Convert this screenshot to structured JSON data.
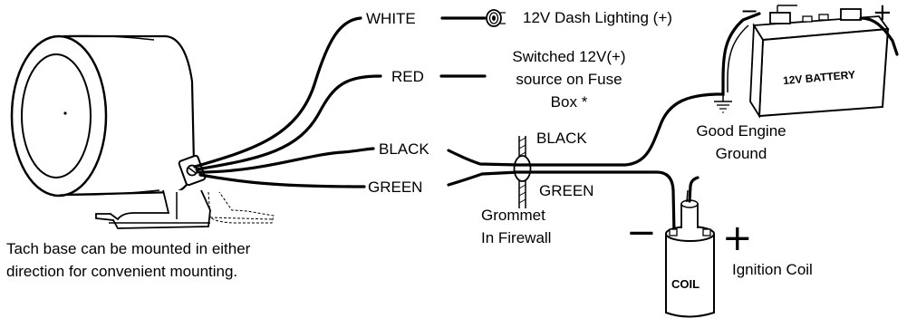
{
  "wires": {
    "white": "WHITE",
    "red": "RED",
    "black": "BLACK",
    "green": "GREEN",
    "black_after_firewall": "BLACK",
    "green_after_firewall": "GREEN"
  },
  "destinations": {
    "dash_lighting": "12V Dash Lighting (+)",
    "switched_line1": "Switched 12V(+)",
    "switched_line2": "source on Fuse",
    "switched_line3": "Box *",
    "ground_line1": "Good Engine",
    "ground_line2": "Ground",
    "grommet_line1": "Grommet",
    "grommet_line2": "In Firewall",
    "ignition_coil": "Ignition Coil"
  },
  "battery": {
    "label": "12V BATTERY",
    "neg_sign": "−",
    "pos_sign": "+"
  },
  "coil": {
    "label": "COIL",
    "neg_sign": "−",
    "pos_sign": "+"
  },
  "note": {
    "line1": "Tach base can be mounted in either",
    "line2": "direction for convenient mounting."
  }
}
